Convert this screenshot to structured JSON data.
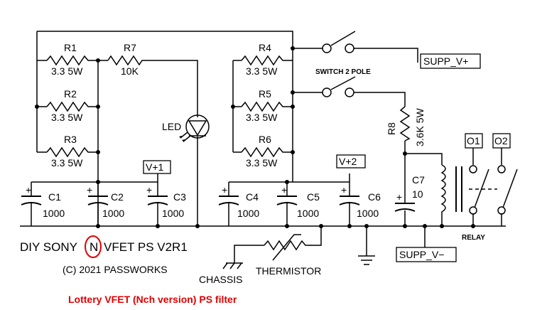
{
  "title": {
    "prefix": "DIY SONY",
    "highlight": "N",
    "suffix": "VFET PS V2R1",
    "copyright": "(C) 2021 PASSWORKS"
  },
  "caption": "Lottery VFET (Nch version) PS filter",
  "colors": {
    "wire": "#000000",
    "highlight_circle": "#e00000",
    "caption": "#e00000"
  },
  "resistors": [
    {
      "ref": "R1",
      "value": "3.3 5W"
    },
    {
      "ref": "R2",
      "value": "3.3 5W"
    },
    {
      "ref": "R3",
      "value": "3.3 5W"
    },
    {
      "ref": "R7",
      "value": "10K"
    },
    {
      "ref": "R4",
      "value": "3.3 5W"
    },
    {
      "ref": "R5",
      "value": "3.3 5W"
    },
    {
      "ref": "R6",
      "value": "3.3 5W"
    },
    {
      "ref": "R8",
      "value": "3.6K 5W"
    }
  ],
  "capacitors": [
    {
      "ref": "C1",
      "value": "1000"
    },
    {
      "ref": "C2",
      "value": "1000"
    },
    {
      "ref": "C3",
      "value": "1000"
    },
    {
      "ref": "C4",
      "value": "1000"
    },
    {
      "ref": "C5",
      "value": "1000"
    },
    {
      "ref": "C6",
      "value": "1000"
    },
    {
      "ref": "C7",
      "value": "10"
    }
  ],
  "labels": {
    "led": "LED",
    "switch": "SWITCH 2 POLE",
    "relay": "RELAY",
    "chassis": "CHASSIS",
    "thermistor": "THERMISTOR",
    "plus_sign": "+"
  },
  "net_labels": {
    "supp_v_plus": "SUPP_V+",
    "supp_v_minus": "SUPP_V−",
    "v_plus_1": "V+1",
    "v_plus_2": "V+2",
    "o1": "O1",
    "o2": "O2"
  }
}
